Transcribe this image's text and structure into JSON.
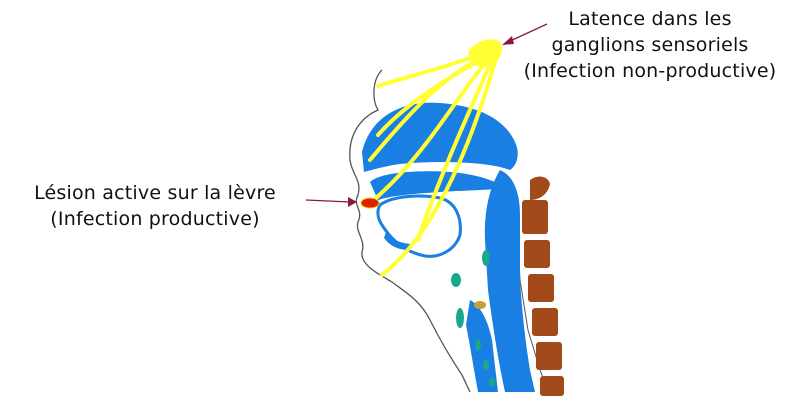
{
  "labels": {
    "latency": {
      "line1": "Latence dans les",
      "line2": "ganglions sensoriels",
      "line3": "(Infection non-productive)"
    },
    "lesion": {
      "line1": "Lésion active sur la lèvre",
      "line2": "(Infection productive)"
    }
  },
  "colors": {
    "airway_blue": "#1a7fe3",
    "nerve_yellow": "#ffff33",
    "lesion_red": "#dd2200",
    "spine_brown": "#a34a1a",
    "teal": "#1aa88a",
    "arrow": "#8b1a3a",
    "outline": "#555555"
  }
}
